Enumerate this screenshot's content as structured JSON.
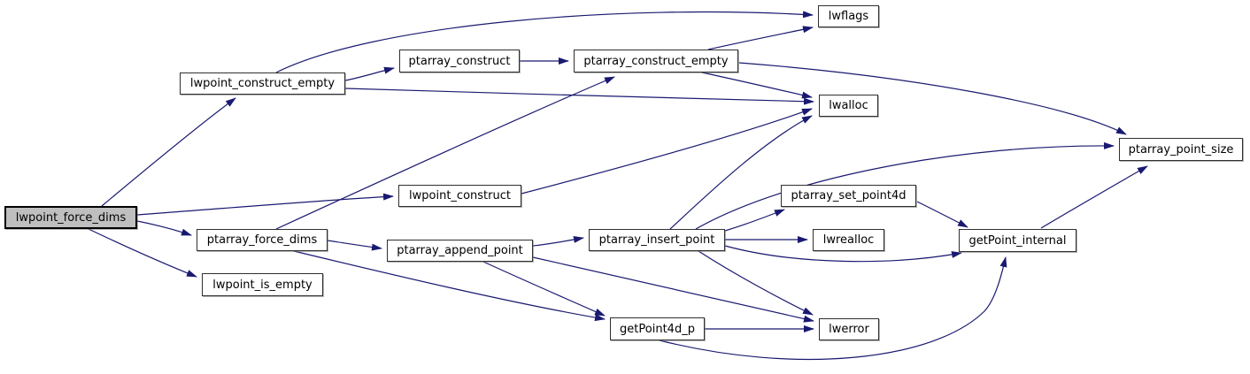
{
  "diagram": {
    "kind": "doxygen-call-graph",
    "root_function": "lwpoint_force_dims"
  },
  "colors": {
    "edge": "#191970",
    "node_border": "#2f2f2f",
    "node_fill": "#ffffff",
    "root_fill": "#bfbfbf",
    "background": "#ffffff"
  },
  "nodes": [
    {
      "label": "lwpoint_force_dims",
      "root": true
    },
    {
      "label": "lwpoint_construct_empty",
      "root": false
    },
    {
      "label": "ptarray_construct",
      "root": false
    },
    {
      "label": "ptarray_construct_empty",
      "root": false
    },
    {
      "label": "lwflags",
      "root": false
    },
    {
      "label": "lwalloc",
      "root": false
    },
    {
      "label": "ptarray_point_size",
      "root": false
    },
    {
      "label": "lwpoint_construct",
      "root": false
    },
    {
      "label": "ptarray_force_dims",
      "root": false
    },
    {
      "label": "lwpoint_is_empty",
      "root": false
    },
    {
      "label": "ptarray_append_point",
      "root": false
    },
    {
      "label": "ptarray_insert_point",
      "root": false
    },
    {
      "label": "ptarray_set_point4d",
      "root": false
    },
    {
      "label": "lwrealloc",
      "root": false
    },
    {
      "label": "getPoint_internal",
      "root": false
    },
    {
      "label": "lwerror",
      "root": false
    },
    {
      "label": "getPoint4d_p",
      "root": false
    }
  ],
  "edges": [
    {
      "from": "lwpoint_force_dims",
      "to": "lwpoint_construct_empty"
    },
    {
      "from": "lwpoint_force_dims",
      "to": "lwpoint_construct"
    },
    {
      "from": "lwpoint_force_dims",
      "to": "ptarray_force_dims"
    },
    {
      "from": "lwpoint_force_dims",
      "to": "lwpoint_is_empty"
    },
    {
      "from": "lwpoint_construct_empty",
      "to": "ptarray_construct"
    },
    {
      "from": "lwpoint_construct_empty",
      "to": "lwflags"
    },
    {
      "from": "lwpoint_construct_empty",
      "to": "lwalloc"
    },
    {
      "from": "ptarray_construct",
      "to": "ptarray_construct_empty"
    },
    {
      "from": "ptarray_construct_empty",
      "to": "lwflags"
    },
    {
      "from": "ptarray_construct_empty",
      "to": "lwalloc"
    },
    {
      "from": "ptarray_construct_empty",
      "to": "ptarray_point_size"
    },
    {
      "from": "lwpoint_construct",
      "to": "lwalloc"
    },
    {
      "from": "ptarray_force_dims",
      "to": "ptarray_construct_empty"
    },
    {
      "from": "ptarray_force_dims",
      "to": "ptarray_append_point"
    },
    {
      "from": "ptarray_force_dims",
      "to": "getPoint4d_p"
    },
    {
      "from": "ptarray_append_point",
      "to": "ptarray_insert_point"
    },
    {
      "from": "ptarray_append_point",
      "to": "getPoint4d_p"
    },
    {
      "from": "ptarray_append_point",
      "to": "lwerror"
    },
    {
      "from": "ptarray_insert_point",
      "to": "lwalloc"
    },
    {
      "from": "ptarray_insert_point",
      "to": "ptarray_point_size"
    },
    {
      "from": "ptarray_insert_point",
      "to": "ptarray_set_point4d"
    },
    {
      "from": "ptarray_insert_point",
      "to": "lwrealloc"
    },
    {
      "from": "ptarray_insert_point",
      "to": "getPoint_internal"
    },
    {
      "from": "ptarray_insert_point",
      "to": "lwerror"
    },
    {
      "from": "ptarray_set_point4d",
      "to": "getPoint_internal"
    },
    {
      "from": "getPoint4d_p",
      "to": "lwerror"
    },
    {
      "from": "getPoint4d_p",
      "to": "getPoint_internal"
    },
    {
      "from": "getPoint_internal",
      "to": "ptarray_point_size"
    }
  ]
}
